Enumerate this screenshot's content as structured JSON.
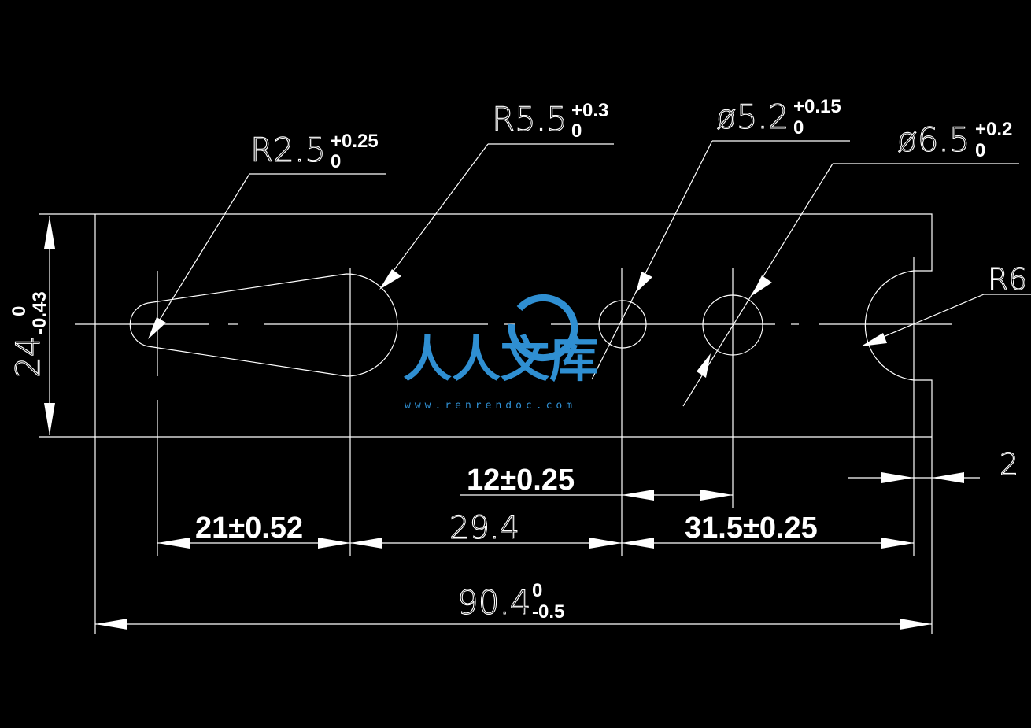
{
  "dimensions": {
    "r25": {
      "value": "R2.5",
      "tol_upper": "+0.25",
      "tol_lower": "0"
    },
    "r55": {
      "value": "R5.5",
      "tol_upper": "+0.3",
      "tol_lower": "0"
    },
    "d52": {
      "value": "ø5.2",
      "tol_upper": "+0.15",
      "tol_lower": "0"
    },
    "d65": {
      "value": "ø6.5",
      "tol_upper": "+0.2",
      "tol_lower": "0"
    },
    "r6": {
      "value": "R6"
    },
    "height": {
      "value": "24",
      "tol_upper": "0",
      "tol_lower": "-0.43"
    },
    "dim_2": {
      "value": "2"
    },
    "dim_12": {
      "value": "12±0.25"
    },
    "dim_21": {
      "value": "21±0.52"
    },
    "dim_294": {
      "value": "29.4"
    },
    "dim_315": {
      "value": "31.5±0.25"
    },
    "width": {
      "value": "90.4",
      "tol_upper": "0",
      "tol_lower": "-0.5"
    }
  },
  "watermark": {
    "text": "人人文库",
    "url": "www.renrendoc.com",
    "color": "#2f8fd2"
  }
}
